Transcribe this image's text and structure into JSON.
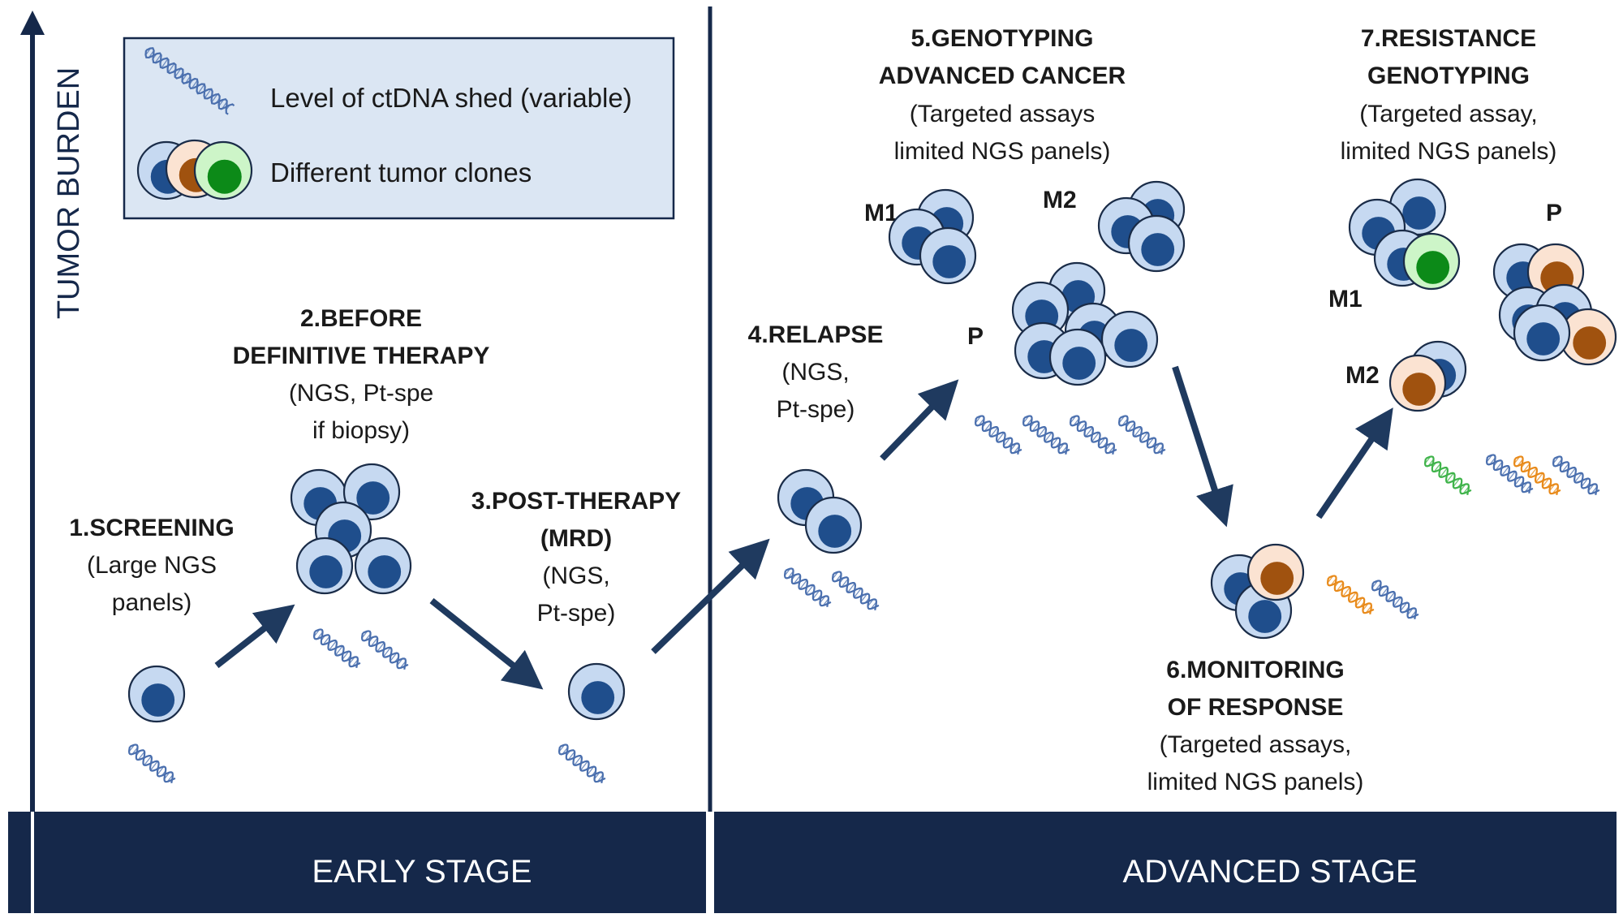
{
  "axis": {
    "label": "TUMOR BURDEN"
  },
  "legend": {
    "ctdna_label": "Level of ctDNA shed (variable)",
    "clones_label": "Different tumor clones",
    "ctdna_icon": "dna-helix-icon",
    "clones_icon": "tumor-clones-icon"
  },
  "stages": [
    {
      "label": "EARLY STAGE"
    },
    {
      "label": "ADVANCED STAGE"
    }
  ],
  "steps": [
    {
      "title": [
        "1.SCREENING"
      ],
      "detail": [
        "(Large NGS",
        "panels)"
      ]
    },
    {
      "title": [
        "2.BEFORE",
        "DEFINITIVE THERAPY"
      ],
      "detail": [
        "(NGS, Pt-spe",
        "if biopsy)"
      ]
    },
    {
      "title": [
        "3.POST-THERAPY",
        "(MRD)"
      ],
      "detail": [
        "(NGS,",
        "Pt-spe)"
      ]
    },
    {
      "title": [
        "4.RELAPSE"
      ],
      "detail": [
        "(NGS,",
        "Pt-spe)"
      ]
    },
    {
      "title": [
        "5.GENOTYPING",
        "ADVANCED CANCER"
      ],
      "detail": [
        "(Targeted assays",
        "limited NGS panels)"
      ]
    },
    {
      "title": [
        "6.MONITORING",
        "OF RESPONSE"
      ],
      "detail": [
        "(Targeted assays,",
        "limited NGS panels)"
      ]
    },
    {
      "title": [
        "7.RESISTANCE",
        "GENOTYPING"
      ],
      "detail": [
        "(Targeted assay,",
        "limited NGS panels)"
      ]
    }
  ],
  "site_labels": {
    "s5_m1": "M1",
    "s5_m2": "M2",
    "s5_p": "P",
    "s7_m1": "M1",
    "s7_m2": "M2",
    "s7_p": "P"
  },
  "colors": {
    "navy": "#15284a",
    "cell_fill": "#c6d9f1",
    "nucleus_blue": "#1f4e8c",
    "clone_brown_fill": "#fbe3d2",
    "clone_brown_nucleus": "#a0520f",
    "clone_green_fill": "#cdf5c8",
    "clone_green_nucleus": "#0c8a18",
    "legend_bg": "#dbe6f3",
    "dna_blue": "#4a6fae",
    "dna_orange": "#e88a1a",
    "dna_green": "#3fb34a"
  }
}
